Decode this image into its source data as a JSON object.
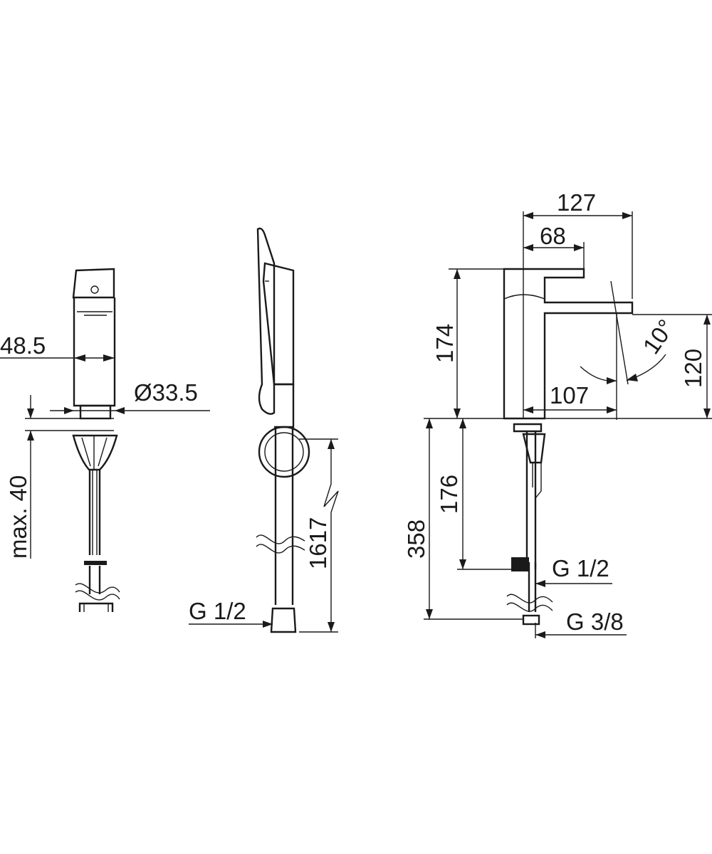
{
  "front_view": {
    "width_label": "48.5",
    "diameter_label": "Ø33.5",
    "max_label": "max. 40"
  },
  "hose_view": {
    "length_label": "1617",
    "thread_label": "G 1/2"
  },
  "side_view": {
    "total_reach_label": "127",
    "handle_label": "68",
    "height_label": "174",
    "angle_label": "10°",
    "spout_height_label": "120",
    "spout_reach_label": "107",
    "hose_height_label": "176",
    "below_length_label": "358",
    "thread_upper_label": "G 1/2",
    "thread_lower_label": "G 3/8"
  }
}
